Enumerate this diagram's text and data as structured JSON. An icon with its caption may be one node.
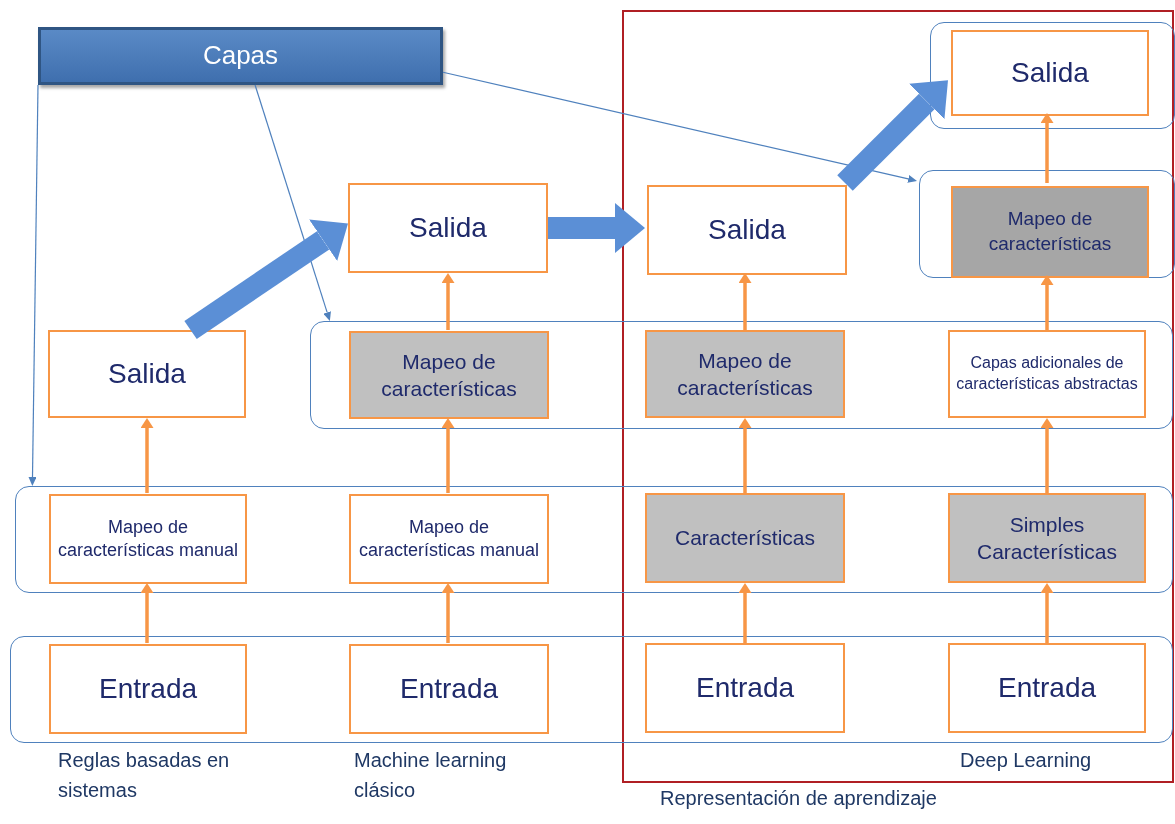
{
  "diagram": {
    "nodes": [
      {
        "text": [
          "Capas"
        ]
      },
      {
        "text": [
          "Representación de aprendizaje"
        ]
      },
      {
        "text": [],
        "shape": "box",
        "in": 1
      },
      {
        "text": [],
        "shape": "box",
        "in": 1
      },
      {
        "text": [],
        "shape": "box"
      },
      {
        "text": [],
        "shape": "box"
      },
      {
        "text": [],
        "shape": "box"
      },
      {
        "text": [
          "Salida"
        ],
        "in": 2
      },
      {
        "text": [
          "Mapeo de características"
        ],
        "in": 3
      },
      {
        "text": [
          "Salida"
        ]
      },
      {
        "text": [
          "Salida"
        ],
        "in": 1
      },
      {
        "text": [
          "Salida"
        ]
      },
      {
        "text": [
          "Mapeo de características"
        ],
        "in": 4
      },
      {
        "text": [
          "Mapeo de características"
        ]
      },
      {
        "text": [
          "Capas adicionales de características abstractas"
        ]
      },
      {
        "text": [
          "Mapeo de características manual"
        ],
        "in": 5
      },
      {
        "text": [
          "Mapeo de características manual"
        ],
        "in": 5
      },
      {
        "text": [
          "Características"
        ]
      },
      {
        "text": [
          "Simples Características"
        ]
      },
      {
        "text": [
          "Entrada"
        ],
        "in": 6
      },
      {
        "text": [
          "Entrada"
        ],
        "in": 6
      },
      {
        "text": [
          "Entrada"
        ]
      },
      {
        "text": [
          "Entrada"
        ]
      }
    ],
    "edges": [
      {
        "from": 0,
        "to": 5,
        "arrow": "to",
        "color": "#4f81bd"
      },
      {
        "from": 0,
        "to": 4,
        "arrow": "to",
        "color": "#4f81bd"
      },
      {
        "from": 0,
        "to": 3,
        "arrow": "to",
        "color": "#4f81bd"
      },
      {
        "from": 11,
        "to": 9,
        "arrow": "to",
        "style": "thick",
        "color": "#5b8fd6"
      },
      {
        "from": 9,
        "to": 10,
        "arrow": "to",
        "style": "thick",
        "color": "#5b8fd6"
      },
      {
        "from": 10,
        "to": 7,
        "arrow": "to",
        "style": "thick",
        "color": "#5b8fd6"
      },
      {
        "from": 19,
        "to": 15,
        "arrow": "to"
      },
      {
        "from": 15,
        "to": 11,
        "arrow": "to"
      },
      {
        "from": 20,
        "to": 16,
        "arrow": "to"
      },
      {
        "from": 16,
        "to": 12,
        "arrow": "to"
      },
      {
        "from": 12,
        "to": 9,
        "arrow": "to"
      },
      {
        "from": 21,
        "to": 17,
        "arrow": "to"
      },
      {
        "from": 17,
        "to": 13,
        "arrow": "to"
      },
      {
        "from": 13,
        "to": 10,
        "arrow": "to"
      },
      {
        "from": 22,
        "to": 18,
        "arrow": "to"
      },
      {
        "from": 18,
        "to": 14,
        "arrow": "to"
      },
      {
        "from": 14,
        "to": 8,
        "arrow": "to"
      },
      {
        "from": 8,
        "to": 7,
        "arrow": "to"
      }
    ],
    "labels": [
      "Reglas basadas en sistemas",
      "Machine learning clásico",
      "Deep Learning"
    ]
  }
}
